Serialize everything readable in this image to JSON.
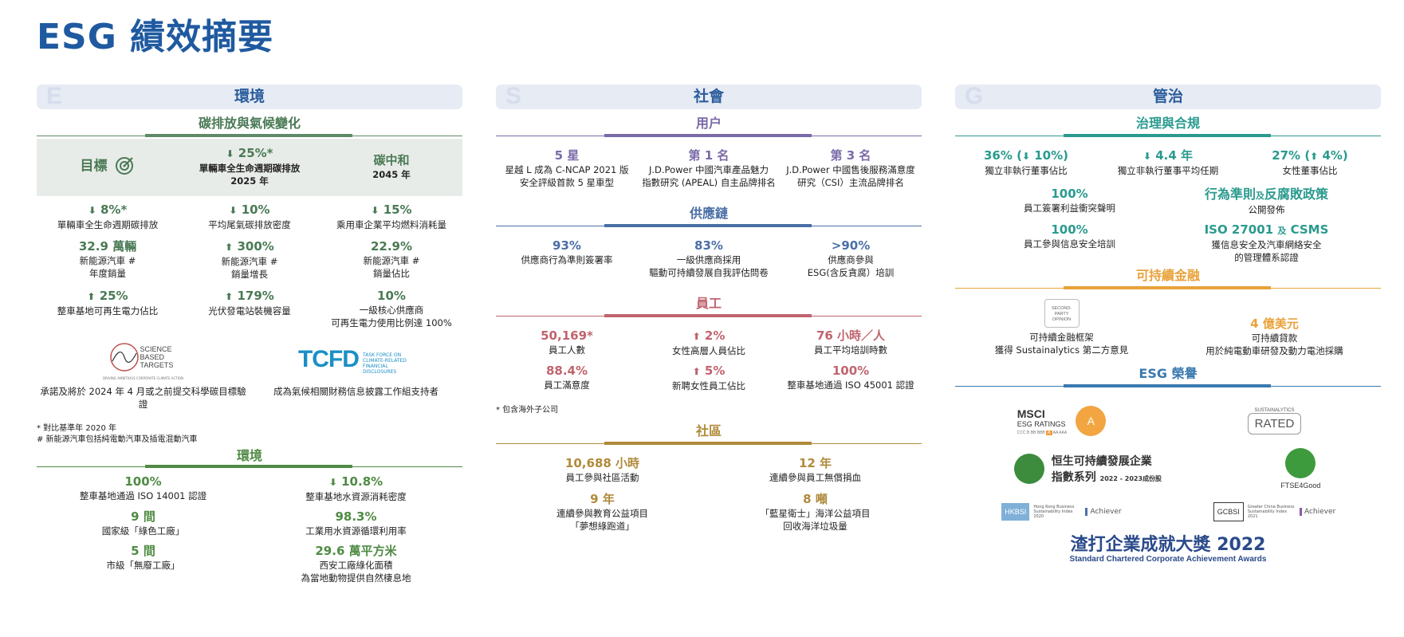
{
  "page_title": "ESG 績效摘要",
  "env": {
    "letter": "E",
    "pillar": "環境",
    "sec1": "碳排放與氣候變化",
    "target_label": "目標",
    "t1": {
      "big": "25%*",
      "l1": "單輛車全生命週期碳排放",
      "l2": "2025 年"
    },
    "t2": {
      "big": "碳中和",
      "l1": "2045 年"
    },
    "r1": [
      {
        "big": "8%*",
        "l": "單輛車全生命週期碳排放"
      },
      {
        "big": "10%",
        "l": "平均尾氣碳排放密度"
      },
      {
        "big": "15%",
        "l": "乘用車企業平均燃料消耗量"
      }
    ],
    "r2": [
      {
        "big": "32.9 萬輛",
        "l1": "新能源汽車 #",
        "l2": "年度銷量"
      },
      {
        "big": "300%",
        "l1": "新能源汽車 #",
        "l2": "銷量增長"
      },
      {
        "big": "22.9%",
        "l1": "新能源汽車 #",
        "l2": "銷量佔比"
      }
    ],
    "r3": [
      {
        "big": "25%",
        "l1": "整車基地可再生電力佔比"
      },
      {
        "big": "179%",
        "l1": "光伏發電站裝機容量"
      },
      {
        "big": "10%",
        "l1": "一級核心供應商",
        "l2": "可再生電力使用比例達 100%"
      }
    ],
    "sbt_logo": "SCIENCE BASED TARGETS",
    "sbt_sub": "DRIVING AMBITIOUS CORPORATE CLIMATE ACTION",
    "tcfd_logo": "TCFD",
    "tcfd_sub": "TASK FORCE ON CLIMATE-RELATED FINANCIAL DISCLOSURES",
    "sbt_caption": "承諾及將於 2024 年 4 月或之前提交科學碳目標驗證",
    "tcfd_caption": "成為氣候相關財務信息披露工作組支持者",
    "note1": "* 對比基準年 2020 年",
    "note2": "# 新能源汽車包括純電動汽車及插電混動汽車",
    "sec2": "環境",
    "e2": [
      {
        "big": "100%",
        "l1": "整車基地通過 ISO 14001 認證"
      },
      {
        "big": "10.8%",
        "l1": "整車基地水資源消耗密度"
      },
      {
        "big": "9 間",
        "l1": "國家級「綠色工廠」"
      },
      {
        "big": "98.3%",
        "l1": "工業用水資源循環利用率"
      },
      {
        "big": "5 間",
        "l1": "市級「無廢工廠」"
      },
      {
        "big": "29.6 萬平方米",
        "l1": "西安工廠綠化面積",
        "l2": "為當地動物提供自然棲息地"
      }
    ]
  },
  "soc": {
    "letter": "S",
    "pillar": "社會",
    "sec1": "用户",
    "u": [
      {
        "big": "5 星",
        "l1": "星越 L 成為 C-NCAP 2021 版",
        "l2": "安全評級首款 5 星車型"
      },
      {
        "big": "第 1 名",
        "l1": "J.D.Power 中國汽車產品魅力",
        "l2": "指數研究 (APEAL) 自主品牌排名"
      },
      {
        "big": "第 3 名",
        "l1": "J.D.Power 中國售後服務滿意度",
        "l2": "研究（CSI）主流品牌排名"
      }
    ],
    "sec2": "供應鏈",
    "s": [
      {
        "big": "93%",
        "l1": "供應商行為準則簽署率"
      },
      {
        "big": "83%",
        "l1": "一級供應商採用",
        "l2": "驅動可持續發展自我評估問卷"
      },
      {
        "big": ">90%",
        "l1": "供應商參與",
        "l2": "ESG(含反貪腐）培訓"
      }
    ],
    "sec3": "員工",
    "e": [
      {
        "big": "50,169*",
        "l1": "員工人數"
      },
      {
        "big": "2%",
        "l1": "女性高層人員佔比"
      },
      {
        "big": "76 小時／人",
        "l1": "員工平均培訓時數"
      },
      {
        "big": "88.4%",
        "l1": "員工滿意度"
      },
      {
        "big": "5%",
        "l1": "新聘女性員工佔比"
      },
      {
        "big": "100%",
        "l1": "整車基地通過 ISO 45001 認證"
      }
    ],
    "note": "* 包含海外子公司",
    "sec4": "社區",
    "c": [
      {
        "big": "10,688 小時",
        "l1": "員工參與社區活動"
      },
      {
        "big": "12 年",
        "l1": "連續參與員工無償捐血"
      },
      {
        "big": "9 年",
        "l1": "連續參與教育公益項目",
        "l2": "「夢想綠跑道」"
      },
      {
        "big": "8 噸",
        "l1": "「藍星衛士」海洋公益項目",
        "l2": "回收海洋垃圾量"
      }
    ]
  },
  "gov": {
    "letter": "G",
    "pillar": "管治",
    "sec1": "治理與合規",
    "g1": [
      {
        "big": "36% (",
        "big2": "10%)",
        "l1": "獨立非執行董事佔比"
      },
      {
        "big": "4.4 年",
        "l1": "獨立非執行董事平均任期"
      },
      {
        "big": "27% (",
        "big2": "4%)",
        "l1": "女性董事佔比"
      }
    ],
    "g2": [
      {
        "big": "100%",
        "l1": "員工簽署利益衝突聲明"
      },
      {
        "big": "行為準則",
        "mid": "及",
        "big2": "反腐敗政策",
        "l1": "公開發佈"
      },
      {
        "big": "100%",
        "l1": "員工參與信息安全培訓"
      },
      {
        "big": "ISO 27001",
        "mid": "及",
        "big2": "CSMS",
        "l1": "獲信息安全及汽車網絡安全",
        "l2": "的管理體系認證"
      }
    ],
    "sec2": "可持續金融",
    "f": [
      {
        "badge": "SECOND-PARTY OPINION",
        "l1": "可持續金融框架",
        "l2": "獲得 Sustainalytics 第二方意見"
      },
      {
        "big": "4 億美元",
        "l1": "可持續貸款",
        "l2": "用於純電動車研發及動力電池採購"
      }
    ],
    "sec3": "ESG 榮譽",
    "msci_top": "MSCI",
    "msci_bottom": "ESG RATINGS",
    "msci_grade": "A",
    "msci_scale": [
      "CCC",
      "B",
      "BB",
      "BBB",
      "A",
      "AA",
      "AAA"
    ],
    "sus_name": "SUSTAINALYTICS",
    "sus_rated": "RATED",
    "hs_l1": "恒生可持續發展企業",
    "hs_l2": "指數系列",
    "hs_year": "2022 - 2023成份股",
    "ftse": "FTSE4Good",
    "hk_bsi": "HKBSI",
    "hk_text": "Hong Kong Business Sustainability Index 2020",
    "achiever": "Achiever",
    "gc_bsi": "GCBSI",
    "gc_text": "Greater China Business Sustainability Index 2021",
    "sc_cn": "渣打企業成就大獎 2022",
    "sc_en": "Standard Chartered Corporate Achievement Awards"
  },
  "colors": {
    "env": "#4a7a55",
    "env_bar": "#5f8a68",
    "env2_bar": "#4f8b44",
    "user": "#7a6aa8",
    "supply": "#4a6fa5",
    "staff": "#c0646e",
    "community": "#b08a3a",
    "gov": "#2a9a8e",
    "finance": "#e8a23a",
    "honor": "#3a7ab0",
    "title": "#1f5aa0"
  }
}
